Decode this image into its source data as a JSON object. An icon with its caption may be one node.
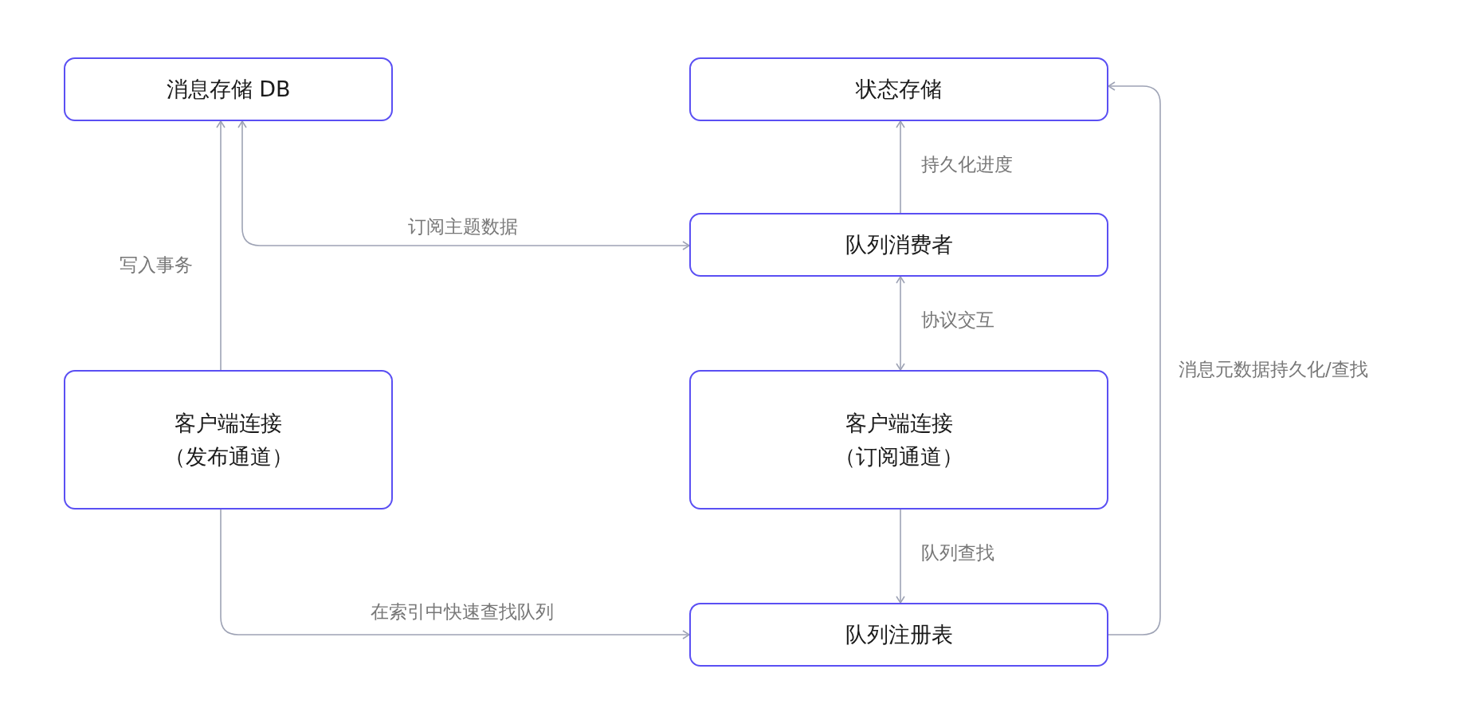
{
  "diagram": {
    "nodes": [
      {
        "text": [
          "消息存储 DB"
        ]
      },
      {
        "text": [
          "状态存储"
        ]
      },
      {
        "text": [
          "队列消费者"
        ]
      },
      {
        "text": [
          "客户端连接（发布通道）"
        ]
      },
      {
        "text": [
          "客户端连接（订阅通道）"
        ]
      },
      {
        "text": [
          "队列注册表"
        ]
      }
    ],
    "edges": [
      {
        "from": 3,
        "to": 0,
        "arrow": "to",
        "label": "写入事务"
      },
      {
        "from": 0,
        "to": 2,
        "arrow": "both",
        "label": "订阅主题数据"
      },
      {
        "from": 2,
        "to": 1,
        "arrow": "to",
        "label": "持久化进度"
      },
      {
        "from": 2,
        "to": 4,
        "arrow": "both",
        "label": "协议交互"
      },
      {
        "from": 4,
        "to": 5,
        "arrow": "to",
        "label": "队列查找"
      },
      {
        "from": 3,
        "to": 5,
        "arrow": "to",
        "label": "在索引中快速查找队列"
      },
      {
        "from": 5,
        "to": 1,
        "arrow": "to",
        "label": "消息元数据持久化/查找"
      }
    ]
  }
}
